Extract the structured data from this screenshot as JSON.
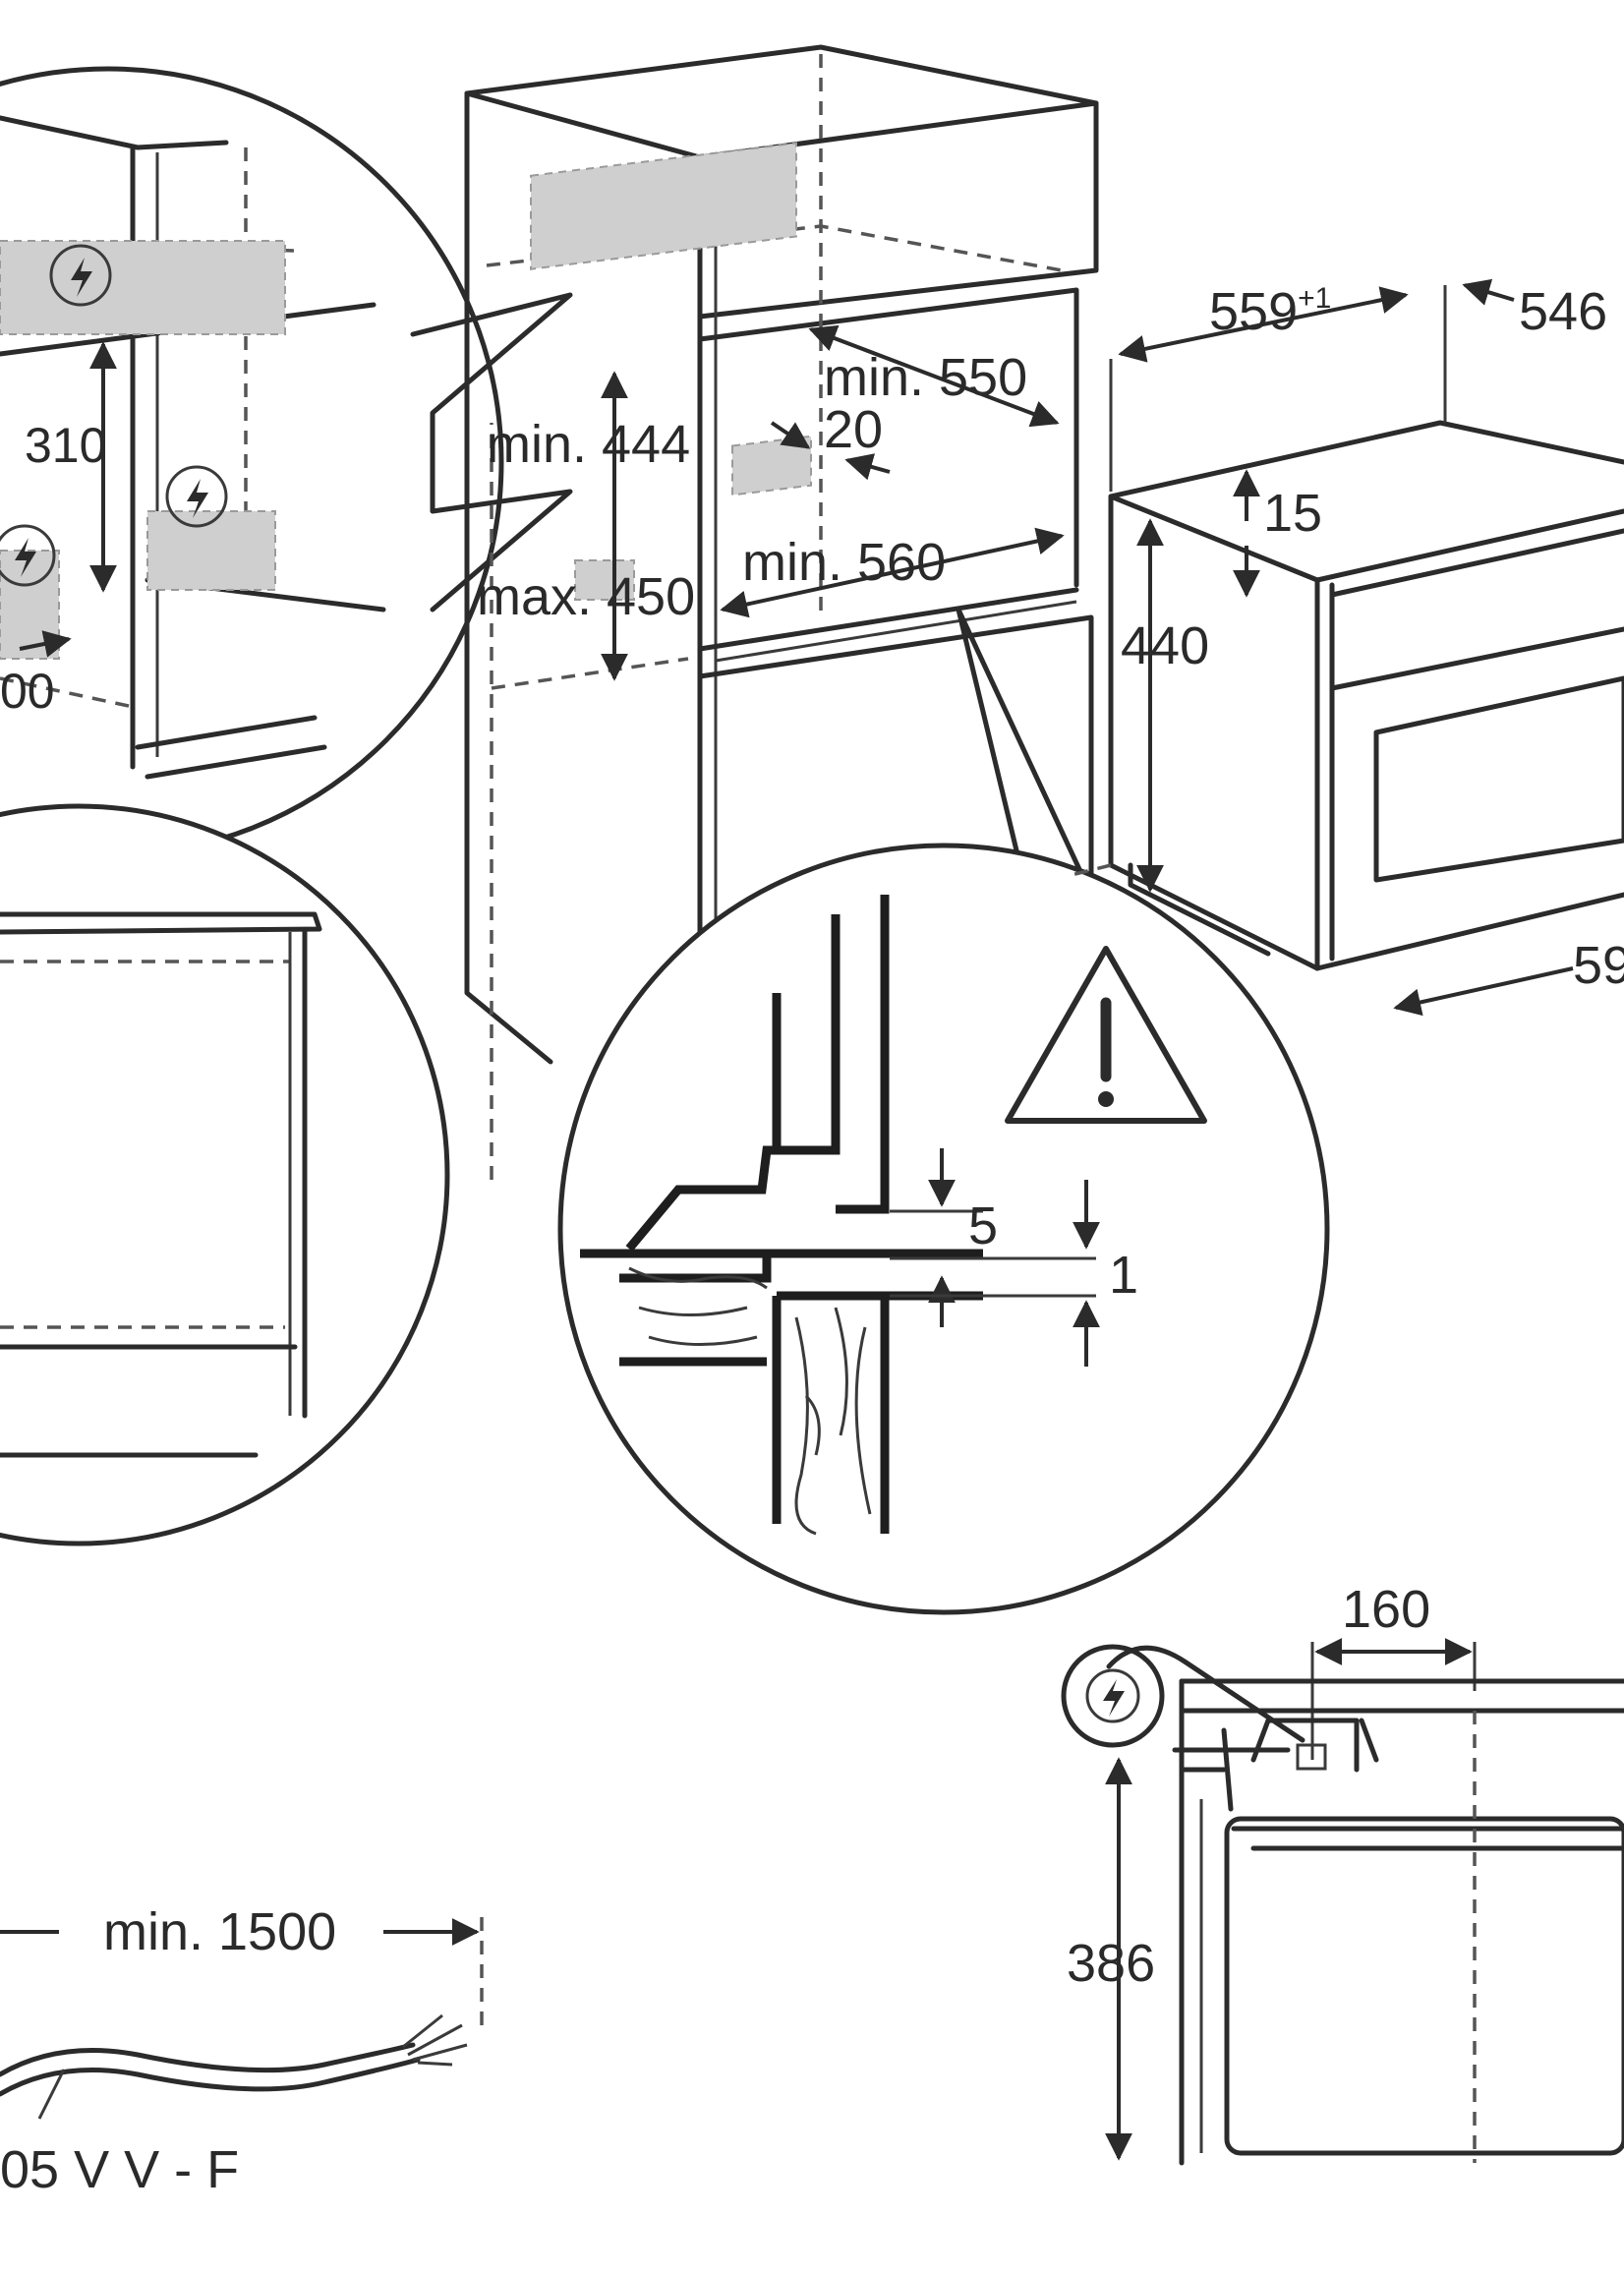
{
  "dimensions": {
    "left_310": "310",
    "left_cut_00": "00",
    "min_444": "min. 444",
    "max_450": "max. 450",
    "min_550": "min. 550",
    "gap_20": "20",
    "min_560": "min. 560",
    "width_559": "559",
    "width_559_tol": "+1",
    "depth_546": "546",
    "gap_15": "15",
    "height_440": "440",
    "width_59": "59",
    "detail_5": "5",
    "detail_1": "1",
    "width_160": "160",
    "height_386": "386",
    "cable_min_1500": "min. 1500",
    "cable_type": "05 V V - F"
  },
  "icons": {
    "electrical": "lightning-bolt-in-circle-icon",
    "warning": "warning-triangle-icon"
  },
  "colors": {
    "line": "#2b2b2b",
    "zone_fill": "#cfcfcf",
    "background": "#ffffff"
  }
}
